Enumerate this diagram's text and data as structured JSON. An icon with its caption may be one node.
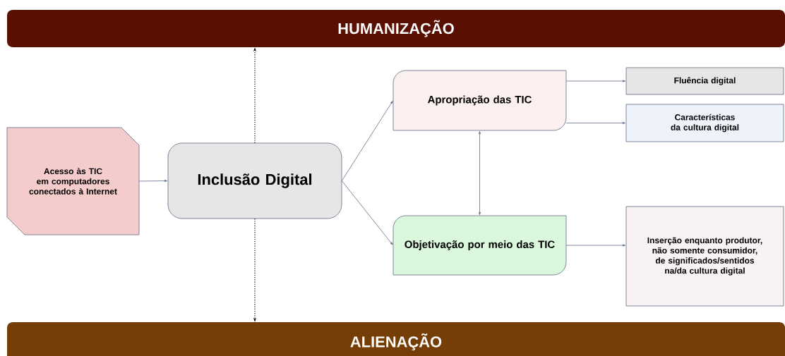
{
  "diagram": {
    "nodes": [
      {
        "text": [
          "HUMANIZAÇÃO"
        ]
      },
      {
        "text": [
          "Acesso às TIC em computadores conectados à Internet"
        ]
      },
      {
        "text": [
          "Inclusão Digital"
        ]
      },
      {
        "text": [
          "Apropriação das TIC"
        ]
      },
      {
        "text": [
          "Objetivação por meio das TIC"
        ]
      },
      {
        "text": [
          "Fluência digital"
        ]
      },
      {
        "text": [
          "Características da cultura digital"
        ]
      },
      {
        "text": [
          "Inserção enquanto produtor, não somente consumidor, de significados/sentidos na/da cultura digital"
        ]
      },
      {
        "text": [
          "ALIENAÇÃO"
        ]
      }
    ],
    "edges": [
      {
        "from": 1,
        "to": 2,
        "arrow": "to"
      },
      {
        "from": 2,
        "to": 3,
        "arrow": "to"
      },
      {
        "from": 2,
        "to": 4,
        "arrow": "to"
      },
      {
        "from": 3,
        "to": 5,
        "arrow": "to"
      },
      {
        "from": 3,
        "to": 6,
        "arrow": "to"
      },
      {
        "from": 3,
        "to": 4,
        "arrow": "both"
      },
      {
        "from": 4,
        "to": 7,
        "arrow": "to"
      },
      {
        "from": 2,
        "to": 0,
        "arrow": "to",
        "style": "dashed",
        "color": "#000000"
      },
      {
        "from": 2,
        "to": 8,
        "arrow": "to",
        "style": "dashed",
        "color": "#000000"
      }
    ]
  }
}
